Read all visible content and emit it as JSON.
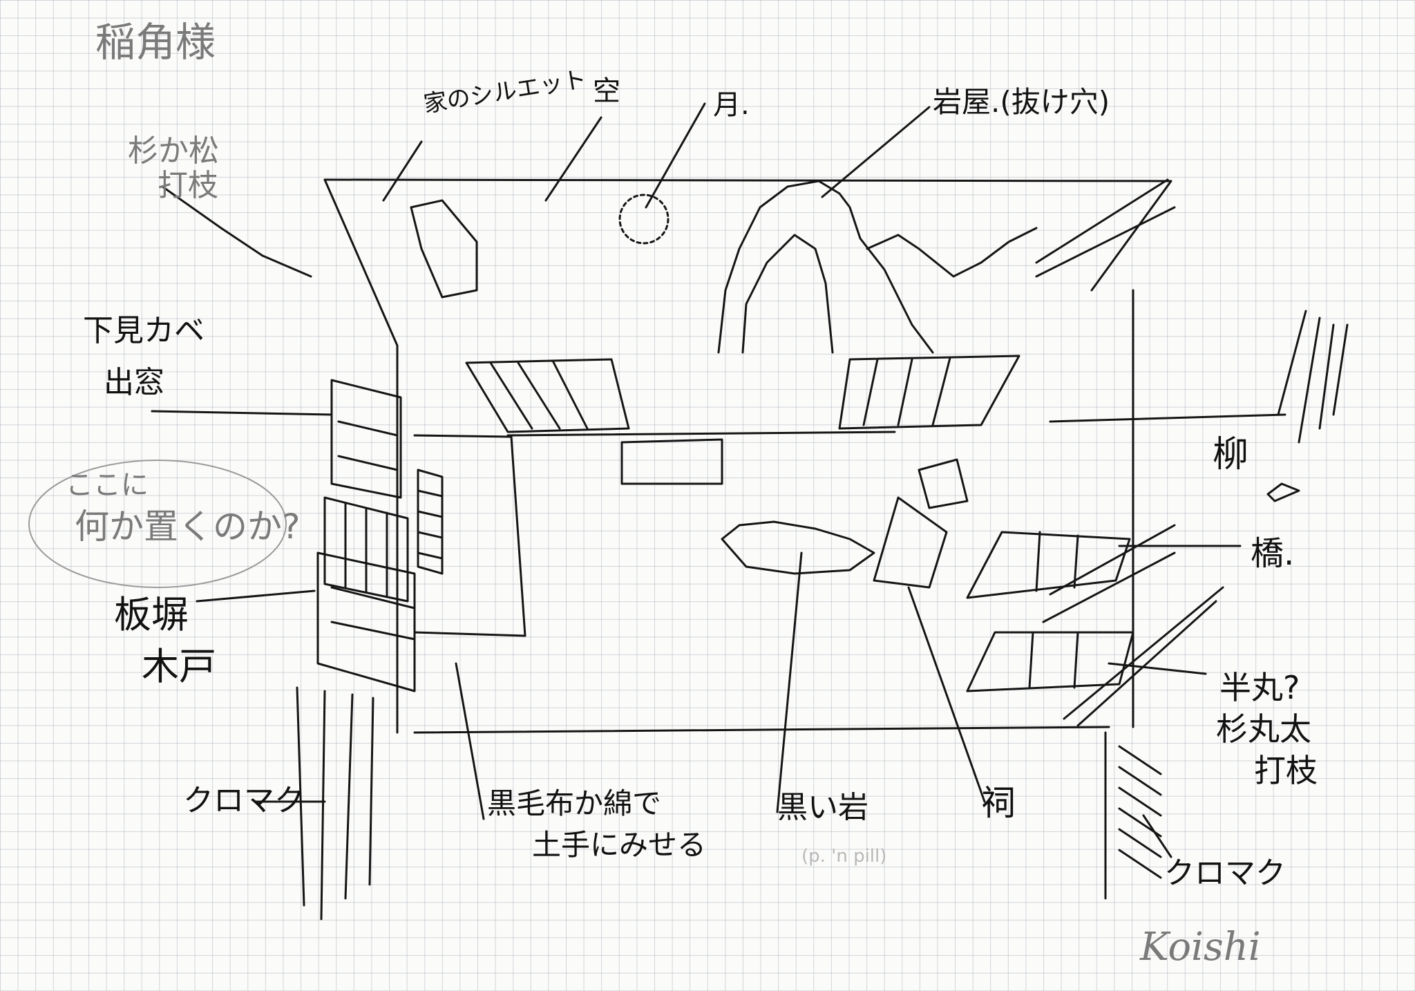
{
  "header": {
    "title": "稲角様"
  },
  "labels": {
    "house_silhouette": "家のシルエット",
    "sky": "空",
    "moon": "月.",
    "rock_house": "岩屋.(抜け穴)",
    "cedar_pine": "杉か松",
    "cedar_pine_branch": "打枝",
    "low_wall": "下見カベ",
    "bay_window": "出窓",
    "note_line1": "ここに",
    "note_line2": "何か置くのか?",
    "board_fence": "板塀",
    "wood_door": "木戸",
    "willow": "柳",
    "bridge": "橋.",
    "half_round": "半丸?",
    "cedar_log": "杉丸太",
    "cedar_log_branch": "打枝",
    "chroma_left": "クロマク",
    "chroma_right": "クロマク",
    "black_felt_line1": "黒毛布か綿で",
    "black_felt_line2": "土手にみせる",
    "black_rock": "黒い岩",
    "black_rock_sub": "(p. 'n pill)",
    "shrine": "祠",
    "signature": "Koishi"
  }
}
